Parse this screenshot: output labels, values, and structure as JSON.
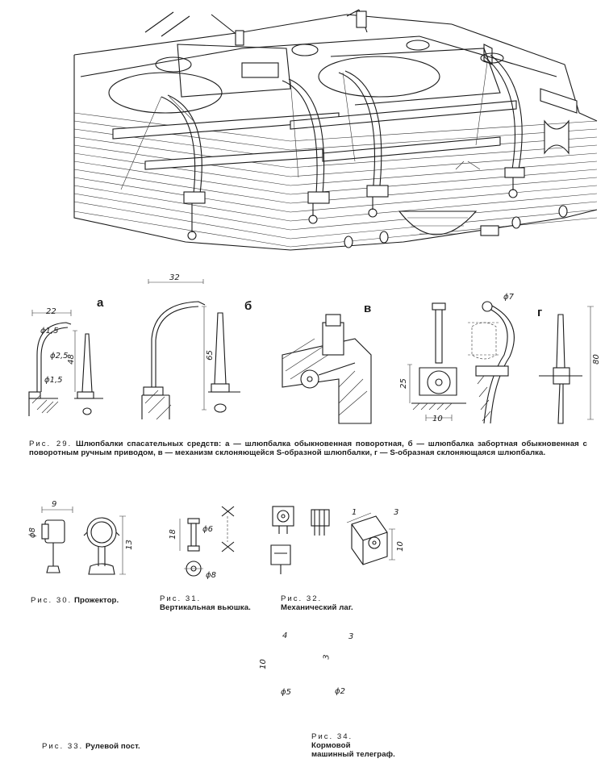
{
  "fig29": {
    "panel_letters": [
      "а",
      "б",
      "в",
      "г"
    ],
    "dims_a": [
      "22",
      "ϕ1,5",
      "ϕ2,5",
      "ϕ1,5",
      "48"
    ],
    "dims_b": [
      "32",
      "65"
    ],
    "dims_g": [
      "ϕ7",
      "25",
      "10",
      "80"
    ],
    "caption_prefix": "Рис. 29.",
    "caption_text": "Шлюпбалки спасательных средств: а — шлюпбалка обыкновенная поворотная, б — шлюпбалка забортная обыкновенная с поворотным ручным приводом, в — механизм склоняющейся S-образной шлюпбалки, г — S-образная склоняющаяся шлюпбалка."
  },
  "fig30": {
    "dims": [
      "9",
      "ϕ8",
      "13"
    ],
    "caption_prefix": "Рис. 30.",
    "caption_text": "Прожектор."
  },
  "fig31": {
    "dims": [
      "18",
      "ϕ6",
      "ϕ8"
    ],
    "caption_prefix": "Рис. 31.",
    "caption_text": "Вертикальная вьюшка."
  },
  "fig32": {
    "dims": [
      "1",
      "3",
      "10"
    ],
    "caption_prefix": "Рис. 32.",
    "caption_text": "Механический лаг."
  },
  "fig33": {
    "caption_prefix": "Рис. 33.",
    "caption_text": "Рулевой пост."
  },
  "fig34": {
    "dims": [
      "4",
      "10",
      "ϕ5",
      "3",
      "3",
      "ϕ2"
    ],
    "caption_prefix": "Рис. 34.",
    "caption_line2": "Кормовой",
    "caption_line3": "машинный телеграф."
  }
}
